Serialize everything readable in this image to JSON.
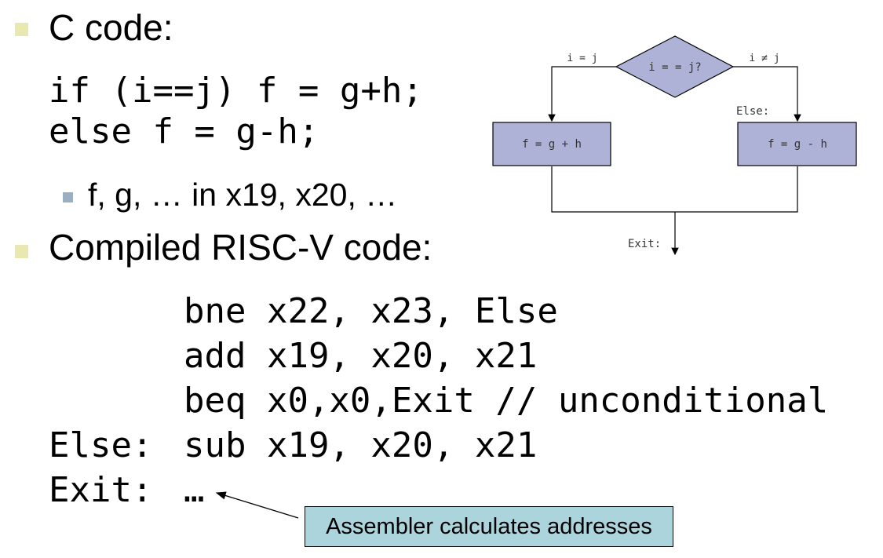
{
  "slide": {
    "c_heading": "C code:",
    "c_code": [
      "if (i==j) f = g+h;",
      "else f = g-h;"
    ],
    "c_note": "f, g, … in x19, x20, …",
    "riscv_heading": "Compiled RISC-V code:",
    "asm": [
      {
        "label": "",
        "instr": "bne x22, x23, Else"
      },
      {
        "label": "",
        "instr": "add x19, x20, x21"
      },
      {
        "label": "",
        "instr": "beq x0,x0,Exit // unconditional"
      },
      {
        "label": "Else:",
        "instr": "sub x19, x20, x21"
      },
      {
        "label": "Exit:",
        "instr": "…"
      }
    ],
    "callout": "Assembler calculates addresses"
  },
  "flowchart": {
    "decision": "i = = j?",
    "left_branch_label": "i = j",
    "right_branch_label": "i ≠ j",
    "left_box": "f = g + h",
    "right_box": "f = g - h",
    "else_label": "Else:",
    "exit_label": "Exit:"
  },
  "colors": {
    "bullet_level1": "#e8e8b0",
    "bullet_level2": "#99b0c2",
    "flow_fill": "#aeb2d6",
    "callout_fill": "#acd4dc"
  }
}
